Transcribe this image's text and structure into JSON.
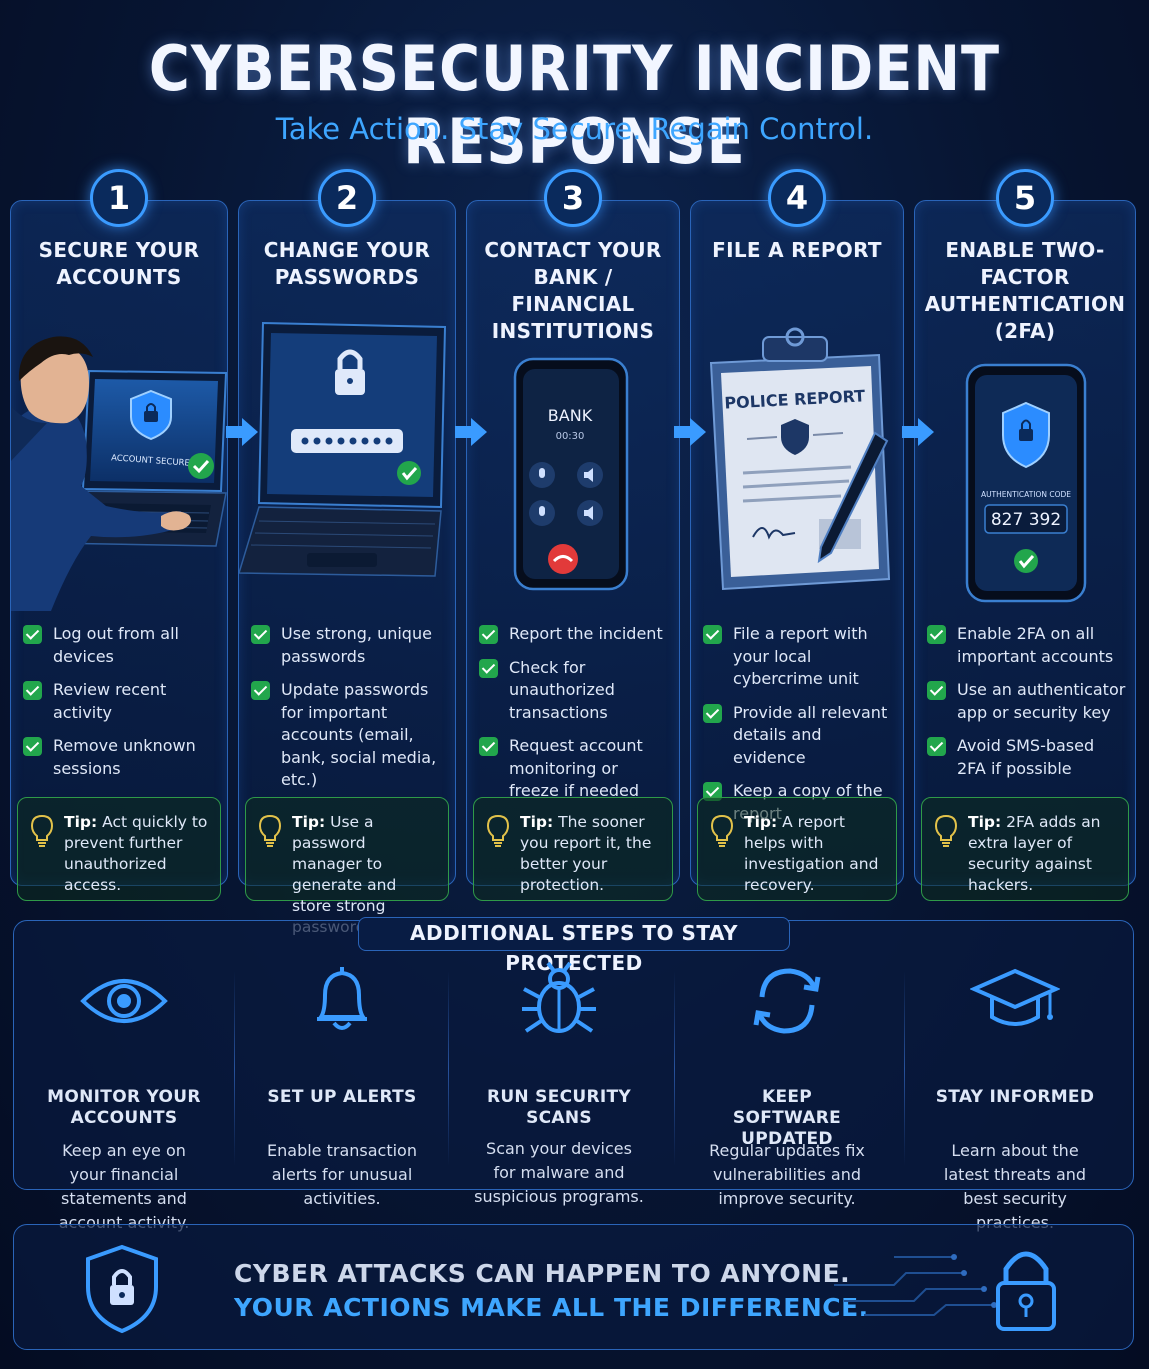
{
  "header": {
    "title": "CYBERSECURITY INCIDENT RESPONSE",
    "subtitle": "Take Action. Stay Secure. Regain Control."
  },
  "steps": [
    {
      "number": "1",
      "title": "SECURE YOUR ACCOUNTS",
      "screen_label": "ACCOUNT SECURED",
      "bullets": [
        "Log out from all devices",
        "Review recent activity",
        "Remove unknown sessions"
      ],
      "tip_label": "Tip:",
      "tip_text": "Act quickly to prevent further unauthorized access."
    },
    {
      "number": "2",
      "title": "CHANGE YOUR PASSWORDS",
      "bullets": [
        "Use strong, unique passwords",
        "Update passwords for important accounts (email, bank, social media, etc.)"
      ],
      "tip_label": "Tip:",
      "tip_text": "Use a password manager to generate and store strong passwords."
    },
    {
      "number": "3",
      "title": "CONTACT YOUR BANK / FINANCIAL INSTITUTIONS",
      "phone_label": "BANK",
      "phone_timer": "00:30",
      "bullets": [
        "Report the incident",
        "Check for unauthorized transactions",
        "Request account monitoring or freeze if needed"
      ],
      "tip_label": "Tip:",
      "tip_text": "The sooner you report it, the better your protection."
    },
    {
      "number": "4",
      "title": "FILE A REPORT",
      "doc_label": "POLICE REPORT",
      "bullets": [
        "File a report with your local cybercrime unit",
        "Provide all relevant details and evidence",
        "Keep a copy of the report"
      ],
      "tip_label": "Tip:",
      "tip_text": "A report helps with investigation and recovery."
    },
    {
      "number": "5",
      "title": "ENABLE TWO-FACTOR AUTHENTICATION (2FA)",
      "code_label": "AUTHENTICATION CODE",
      "code_value": "827 392",
      "bullets": [
        "Enable 2FA on all important accounts",
        "Use an authenticator app or security key",
        "Avoid SMS-based 2FA if possible"
      ],
      "tip_label": "Tip:",
      "tip_text": "2FA adds an extra layer of security against hackers."
    }
  ],
  "additional": {
    "heading": "ADDITIONAL STEPS TO STAY PROTECTED",
    "items": [
      {
        "icon": "eye-icon",
        "title": "MONITOR YOUR ACCOUNTS",
        "text": "Keep an eye on your financial statements and account activity."
      },
      {
        "icon": "bell-icon",
        "title": "SET UP ALERTS",
        "text": "Enable transaction alerts for unusual activities."
      },
      {
        "icon": "bug-icon",
        "title": "RUN SECURITY SCANS",
        "text": "Scan your devices for malware and suspicious programs."
      },
      {
        "icon": "refresh-icon",
        "title": "KEEP SOFTWARE UPDATED",
        "text": "Regular updates fix vulnerabilities and improve security."
      },
      {
        "icon": "graduation-cap-icon",
        "title": "STAY INFORMED",
        "text": "Learn about the latest threats and best security practices."
      }
    ]
  },
  "footer": {
    "line1": "CYBER ATTACKS CAN HAPPEN TO ANYONE.",
    "line2": "YOUR ACTIONS MAKE ALL THE DIFFERENCE."
  },
  "colors": {
    "accent": "#3ea6ff",
    "border": "#2a64b8",
    "check": "#22a64c",
    "tip_border": "#2f9a48",
    "background": "#071532"
  }
}
